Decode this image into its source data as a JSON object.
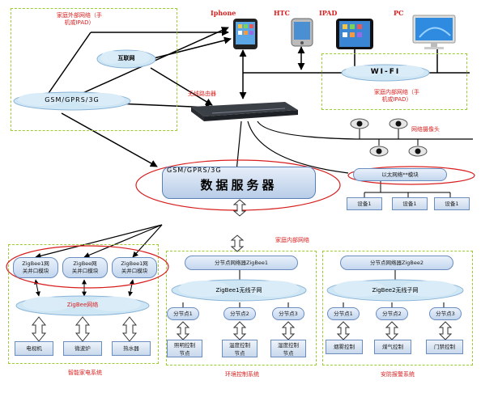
{
  "devices": {
    "iphone": "Iphone",
    "htc": "HTC",
    "ipad": "IPAD",
    "pc": "PC"
  },
  "external_net": {
    "label": "家庭外部网络（手\n机或IPAD）",
    "internet": "互联网",
    "gsm": "GSM/GPRS/3G"
  },
  "internal_net_top": {
    "wifi": "WI-FI",
    "label": "家庭内部网络（手\n机或IPAD）"
  },
  "router_label": "无线路由器",
  "camera_label": "网络摄像头",
  "server": {
    "top": "GSM/GPRS/3G",
    "main": "数据服务器"
  },
  "ethernet": {
    "module": "以太网络**模块",
    "devices": [
      "设备1",
      "设备1",
      "设备1"
    ]
  },
  "home_internal": "家庭内部网络",
  "appliance": {
    "modules": [
      "ZigBee1网\n关并口模块",
      "ZigBee网\n关并口模块",
      "ZigBee1网\n关并口模块"
    ],
    "cloud": "ZigBee网络",
    "items": [
      "电视机",
      "微波炉",
      "热水器"
    ],
    "caption": "智能家电系统"
  },
  "env": {
    "gateway": "分节点网络器ZigBee1",
    "cloud": "ZigBee1无线子网",
    "nodes": [
      "分节点1",
      "分节点2",
      "分节点3"
    ],
    "controls": [
      "照明控制\n节点",
      "温度控制\n节点",
      "湿度控制\n节点"
    ],
    "caption": "环境控制系统"
  },
  "security": {
    "gateway": "分节点网络器ZigBee2",
    "cloud": "ZigBee2无线子网",
    "nodes": [
      "分节点1",
      "分节点2",
      "分节点3"
    ],
    "controls": [
      "烟雾控制",
      "煤气控制",
      "门禁控制"
    ],
    "caption": "安防报警系统"
  }
}
